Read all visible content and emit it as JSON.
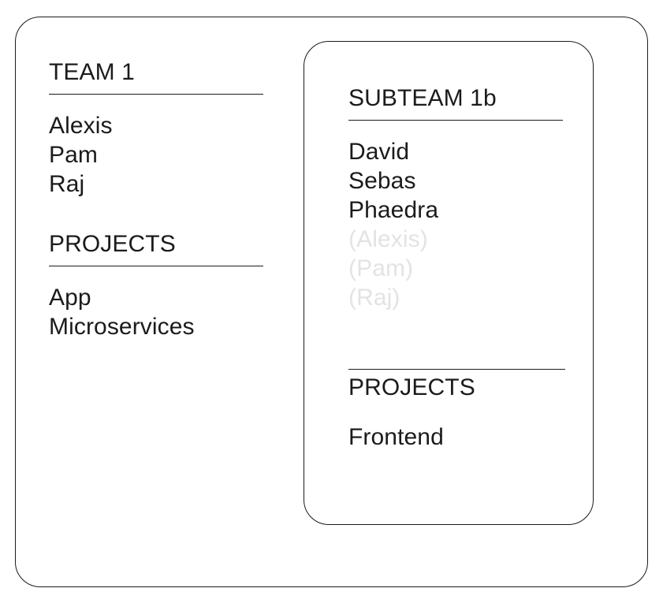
{
  "diagram": {
    "type": "org-team-nesting-diagram",
    "colors": {
      "border": "#1b1b1b",
      "text": "#1b1b1b",
      "inherited_text": "#e3e3e3",
      "background": "#ffffff"
    }
  },
  "team": {
    "members_section": {
      "header": "TEAM 1",
      "items": [
        {
          "label": "Alexis",
          "inherited": false
        },
        {
          "label": "Pam",
          "inherited": false
        },
        {
          "label": "Raj",
          "inherited": false
        }
      ]
    },
    "projects_section": {
      "header": "PROJECTS",
      "items": [
        {
          "label": "App"
        },
        {
          "label": "Microservices"
        }
      ]
    }
  },
  "subteam": {
    "members_section": {
      "header": "SUBTEAM 1b",
      "items": [
        {
          "label": "David",
          "inherited": false
        },
        {
          "label": "Sebas",
          "inherited": false
        },
        {
          "label": "Phaedra",
          "inherited": false
        },
        {
          "label": "(Alexis)",
          "inherited": true
        },
        {
          "label": "(Pam)",
          "inherited": true
        },
        {
          "label": "(Raj)",
          "inherited": true
        }
      ]
    },
    "projects_section": {
      "header": "PROJECTS",
      "items": [
        {
          "label": "Frontend"
        }
      ]
    }
  }
}
